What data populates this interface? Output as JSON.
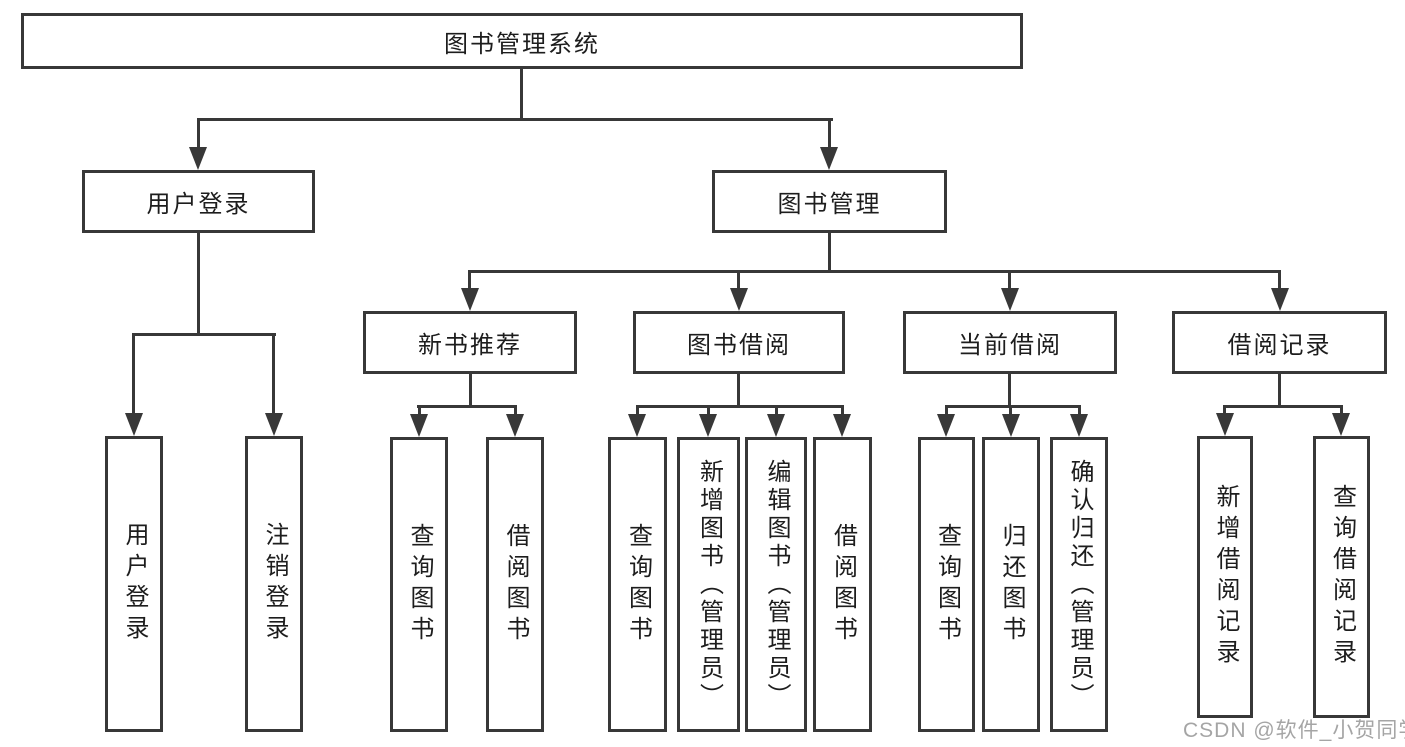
{
  "colors": {
    "stroke": "#383838",
    "text": "#1d1d1d",
    "background": "#ffffff",
    "watermark": "#9b9b9b"
  },
  "tree": {
    "root": {
      "label": "图书管理系统"
    },
    "branches": [
      {
        "label": "用户登录",
        "children": [
          {
            "label": "用户登录"
          },
          {
            "label": "注销登录"
          }
        ]
      },
      {
        "label": "图书管理",
        "children": [
          {
            "label": "新书推荐",
            "children": [
              {
                "label": "查询图书"
              },
              {
                "label": "借阅图书"
              }
            ]
          },
          {
            "label": "图书借阅",
            "children": [
              {
                "label": "查询图书"
              },
              {
                "label": "新增图书（管理员）"
              },
              {
                "label": "编辑图书（管理员）"
              },
              {
                "label": "借阅图书"
              }
            ]
          },
          {
            "label": "当前借阅",
            "children": [
              {
                "label": "查询图书"
              },
              {
                "label": "归还图书"
              },
              {
                "label": "确认归还（管理员）"
              }
            ]
          },
          {
            "label": "借阅记录",
            "children": [
              {
                "label": "新增借阅记录"
              },
              {
                "label": "查询借阅记录"
              }
            ]
          }
        ]
      }
    ]
  },
  "watermark": {
    "text": "CSDN @软件_小贺同学"
  }
}
